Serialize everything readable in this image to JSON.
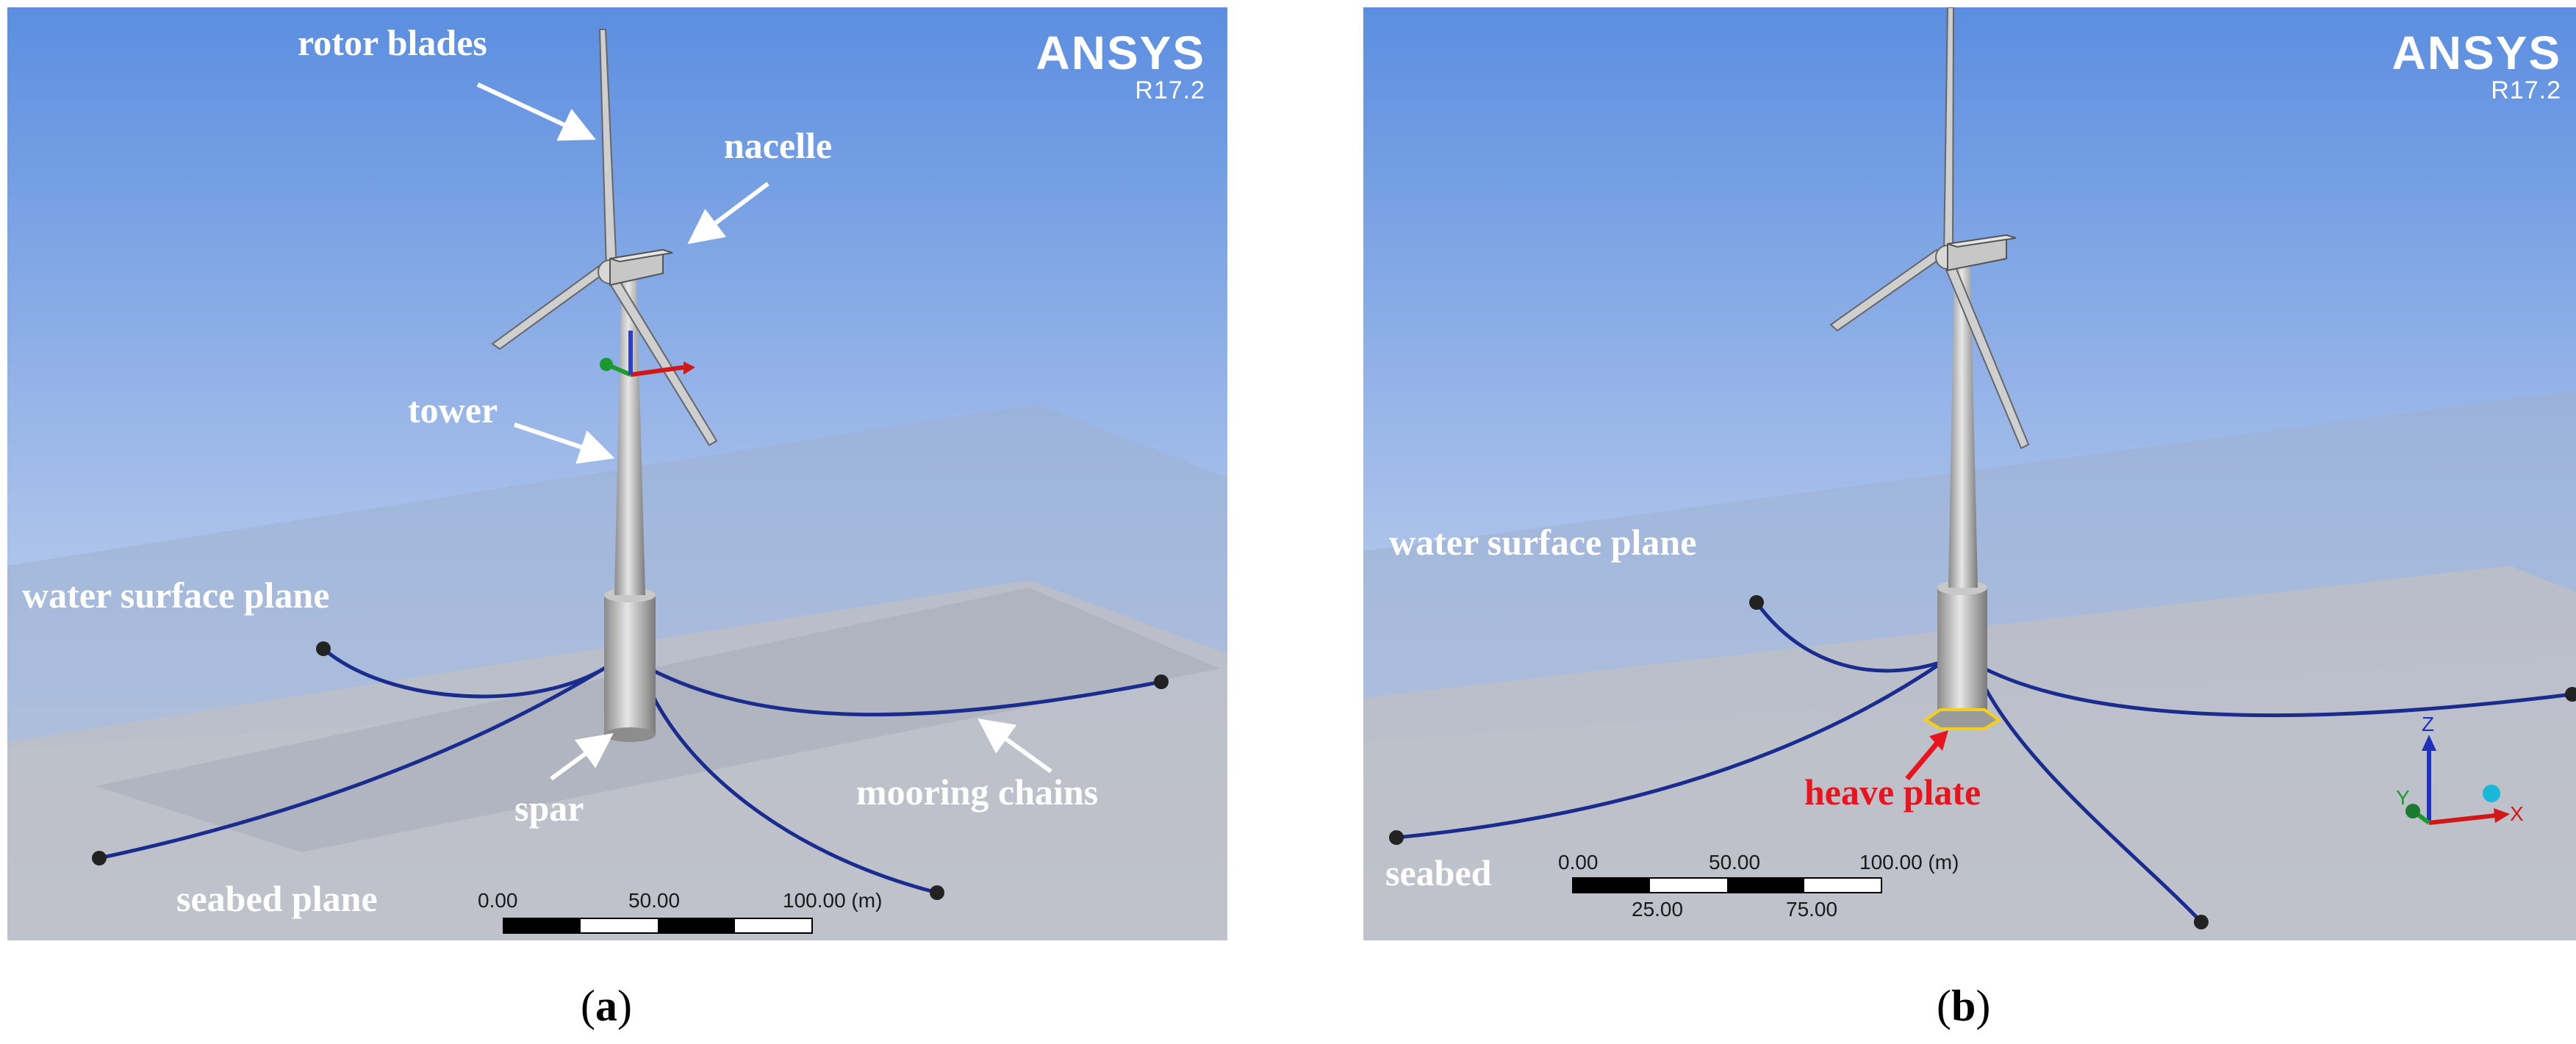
{
  "panel_a": {
    "brand": "ANSYS",
    "version": "R17.2",
    "labels": {
      "rotor_blades": "rotor blades",
      "nacelle": "nacelle",
      "tower": "tower",
      "water_surface_plane": "water surface plane",
      "spar": "spar",
      "mooring_chains": "mooring chains",
      "seabed_plane": "seabed plane"
    },
    "scale": {
      "t0": "0.00",
      "t1": "50.00",
      "t2": "100.00 (m)"
    },
    "caption_letter": "a"
  },
  "panel_b": {
    "brand": "ANSYS",
    "version": "R17.2",
    "labels": {
      "water_surface_plane": "water surface plane",
      "heave_plate": "heave plate",
      "seabed": "seabed"
    },
    "scale": {
      "t0": "0.00",
      "t1": "50.00",
      "t2": "100.00 (m)",
      "t3": "25.00",
      "t4": "75.00"
    },
    "triad": {
      "x": "X",
      "y": "Y",
      "z": "Z"
    },
    "caption_letter": "b"
  },
  "colors": {
    "sky_top": "#5b8ee0",
    "sky_bottom": "#c9d7ee",
    "mooring": "#1a2d8f",
    "label_red": "#e8141e",
    "label_white": "#ffffff"
  }
}
